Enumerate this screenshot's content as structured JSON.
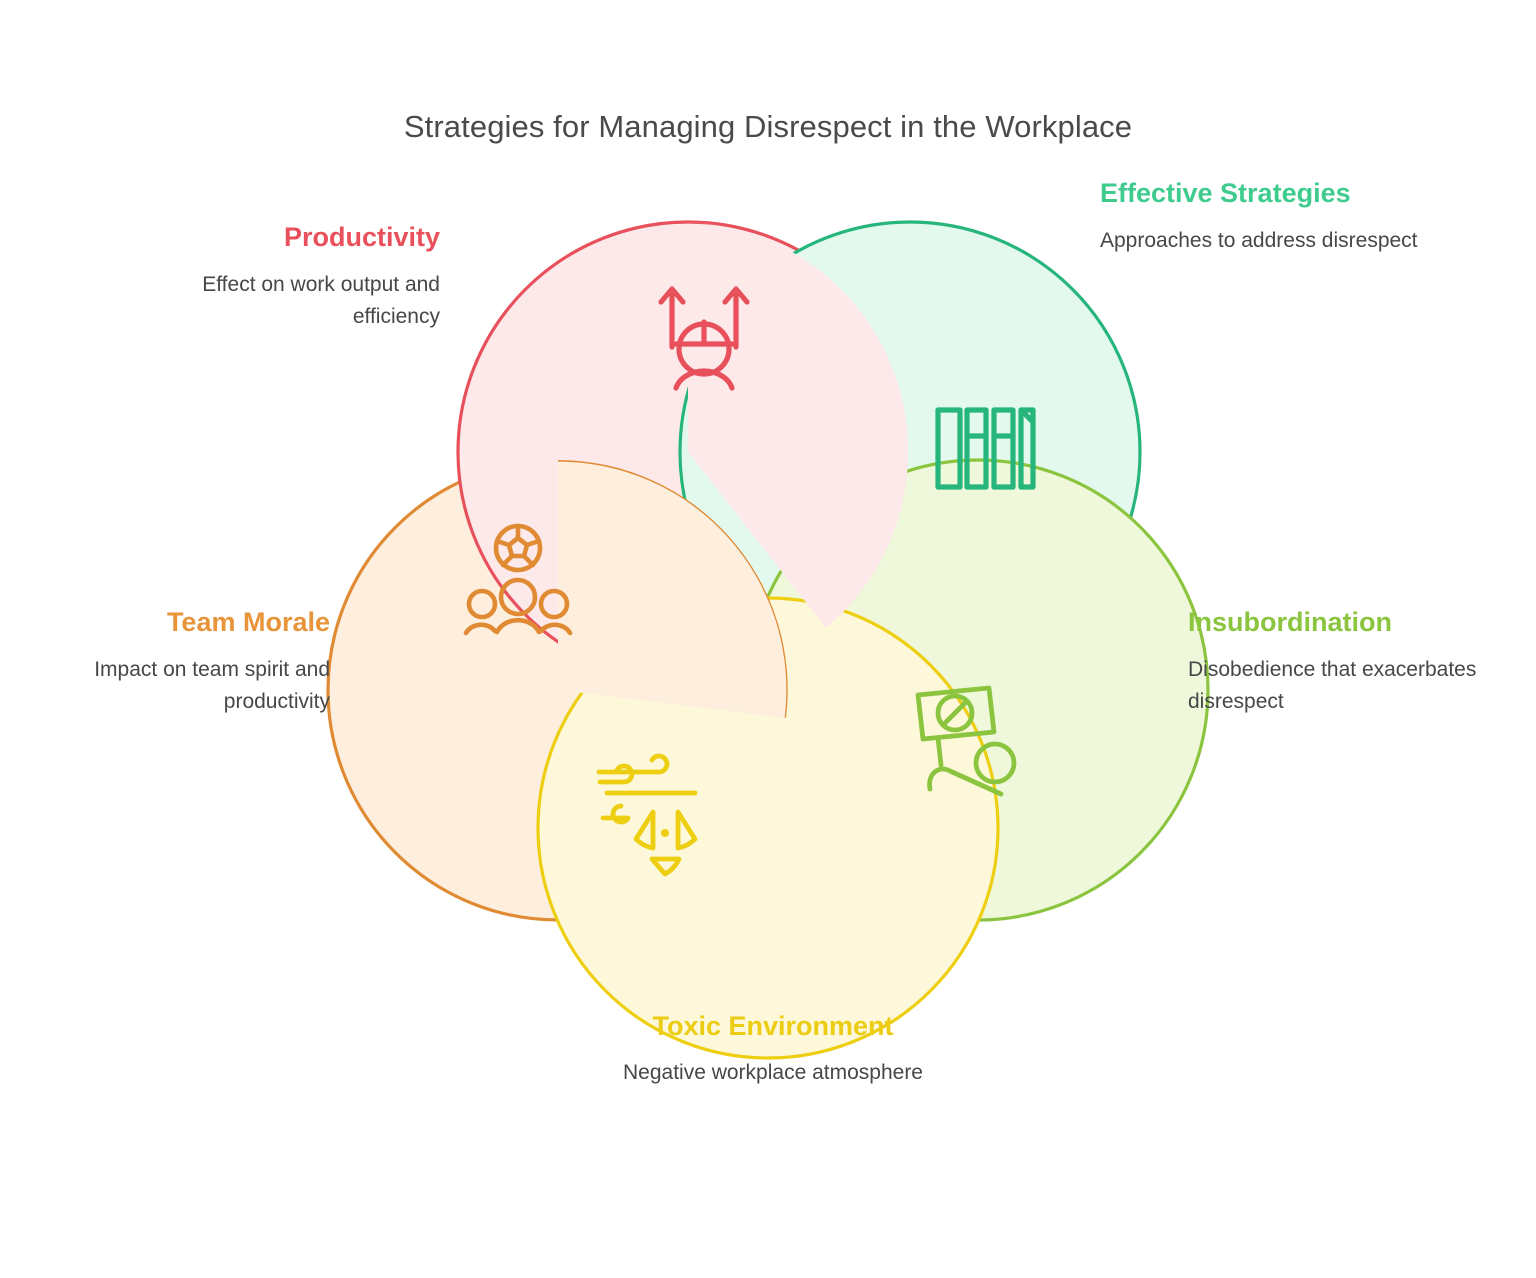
{
  "page": {
    "title": "Strategies for Managing Disrespect in the Workplace",
    "background_color": "#ffffff",
    "title_color": "#4a4a4a"
  },
  "diagram": {
    "type": "pinwheel-venn",
    "segment_count": 5,
    "segments": [
      {
        "id": "productivity",
        "title": "Productivity",
        "description": "Effect on work output and efficiency",
        "stroke_color": "#e8505b",
        "fill_color": "#fde9e9",
        "title_color": "#e8505b",
        "icon": "worker-with-up-arrows-icon",
        "position": "top-left"
      },
      {
        "id": "effective-strategies",
        "title": "Effective Strategies",
        "description": "Approaches to address disrespect",
        "stroke_color": "#26b57b",
        "fill_color": "#e3f9ee",
        "title_color": "#3fcb8e",
        "icon": "documents-stack-icon",
        "position": "top-right"
      },
      {
        "id": "team-morale",
        "title": "Team Morale",
        "description": "Impact on team spirit and productivity",
        "stroke_color": "#e08b34",
        "fill_color": "#fdeede",
        "title_color": "#e8943a",
        "icon": "team-group-ball-icon",
        "position": "left"
      },
      {
        "id": "insubordination",
        "title": "Insubordination",
        "description": "Disobedience that exacerbates disrespect",
        "stroke_color": "#8bc53f",
        "fill_color": "#f0f8dc",
        "title_color": "#8bc53f",
        "icon": "protest-sign-no-symbol-icon",
        "position": "right"
      },
      {
        "id": "toxic-environment",
        "title": "Toxic Environment",
        "description": "Negative workplace atmosphere",
        "stroke_color": "#eece11",
        "fill_color": "#fdf8d9",
        "title_color": "#edcc14",
        "icon": "toxic-radiation-wind-icon",
        "position": "bottom"
      }
    ]
  }
}
